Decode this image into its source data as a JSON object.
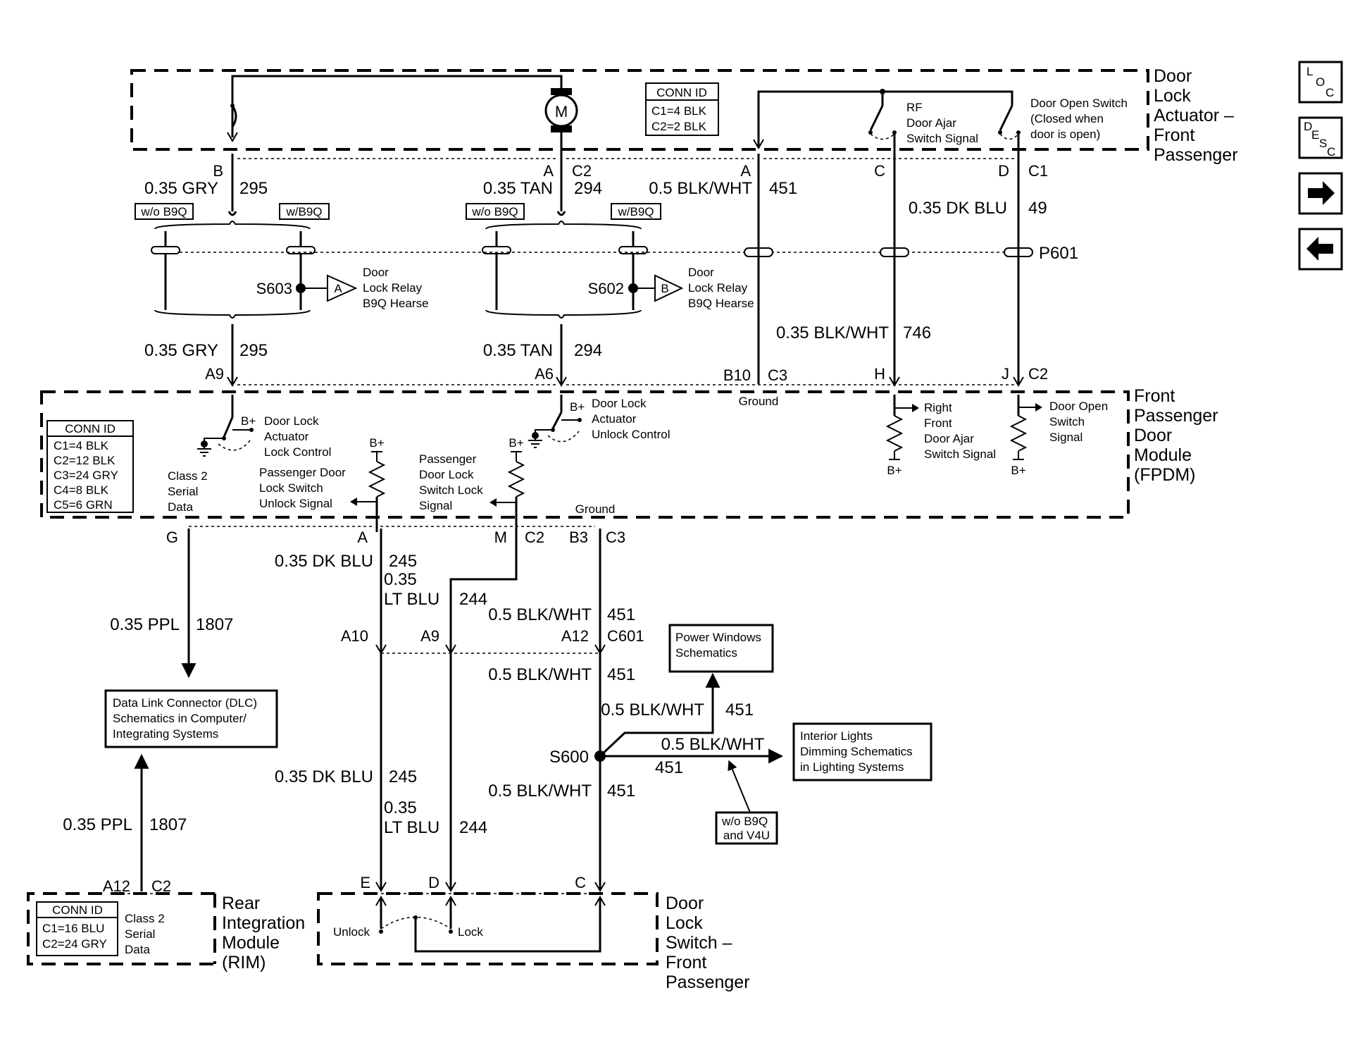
{
  "components": {
    "actuator": {
      "title": [
        "Door",
        "Lock",
        "Actuator –",
        "Front",
        "Passenger"
      ]
    },
    "fpdm": {
      "title": [
        "Front",
        "Passenger",
        "Door",
        "Module",
        "(FPDM)"
      ]
    },
    "rim": {
      "title": [
        "Rear",
        "Integration",
        "Module",
        "(RIM)"
      ]
    },
    "lock_switch": {
      "title": [
        "Door",
        "Lock",
        "Switch –",
        "Front",
        "Passenger"
      ]
    }
  },
  "conn_ids": {
    "actuator": {
      "header": "CONN ID",
      "rows": [
        "C1=4 BLK",
        "C2=2 BLK"
      ]
    },
    "fpdm": {
      "header": "CONN ID",
      "rows": [
        "C1=4 BLK",
        "C2=12 BLK",
        "C3=24 GRY",
        "C4=8 BLK",
        "C5=6 GRN"
      ]
    },
    "rim": {
      "header": "CONN ID",
      "rows": [
        "C1=16 BLU",
        "C2=24 GRY"
      ]
    }
  },
  "nav": {
    "loc_icon": "loc-icon",
    "desc_icon": "desc-icon",
    "next": "arrow-right-icon",
    "prev": "arrow-left-icon"
  },
  "labels": {
    "motor": "M",
    "rf_switch": [
      "RF",
      "Door Ajar",
      "Switch Signal"
    ],
    "open_switch": [
      "Door Open Switch",
      "(Closed when",
      "door is open)"
    ],
    "pin_b": "B",
    "pin_a_c2": "A",
    "c2": "C2",
    "pin_a_c1": "A",
    "pin_c_c1": "C",
    "pin_d_c1": "D",
    "c1": "C1",
    "w295a": "0.35 GRY",
    "n295a": "295",
    "w294a": "0.35 TAN",
    "n294a": "294",
    "w451a": "0.5 BLK/WHT",
    "n451a": "451",
    "w49": "0.35 DK BLU",
    "n49": "49",
    "wo_b9q": "w/o B9Q",
    "w_b9q": "w/B9Q",
    "p601": "P601",
    "s603": "S603",
    "s602": "S602",
    "ref_a": "A",
    "ref_b": "B",
    "relay_text": [
      "Door",
      "Lock Relay",
      "B9Q Hearse"
    ],
    "w295b": "0.35 GRY",
    "n295b": "295",
    "w294b": "0.35 TAN",
    "n294b": "294",
    "w746": "0.35 BLK/WHT",
    "n746": "746",
    "pin_a9": "A9",
    "pin_a6": "A6",
    "pin_b10": "B10",
    "c3": "C3",
    "pin_h": "H",
    "pin_j": "J",
    "c2b": "C2",
    "ground1": "Ground",
    "bplus": "B+",
    "lock_control": [
      "Door Lock",
      "Actuator",
      "Lock Control"
    ],
    "unlock_control": [
      "Door Lock",
      "Actuator",
      "Unlock Control"
    ],
    "class2_fpdm": [
      "Class 2",
      "Serial",
      "Data"
    ],
    "pd_unlock": [
      "Passenger Door",
      "Lock Switch",
      "Unlock Signal"
    ],
    "pd_lock": [
      "Passenger",
      "Door Lock",
      "Switch Lock",
      "Signal"
    ],
    "rf_ajar": [
      "Right",
      "Front",
      "Door Ajar",
      "Switch Signal"
    ],
    "open_signal": [
      "Door Open",
      "Switch",
      "Signal"
    ],
    "ground2": "Ground",
    "pin_g": "G",
    "pin_a": "A",
    "pin_m": "M",
    "c2c": "C2",
    "pin_b3": "B3",
    "c3b": "C3",
    "w245a": "0.35 DK BLU",
    "n245a": "245",
    "w244a_1": "0.35",
    "w244a_2": "LT BLU",
    "n244a": "244",
    "w1807a": "0.35 PPL",
    "n1807a": "1807",
    "w451b": "0.5 BLK/WHT",
    "n451b": "451",
    "pin_a10": "A10",
    "pin_a9b": "A9",
    "pin_a12": "A12",
    "c601": "C601",
    "w451c": "0.5 BLK/WHT",
    "n451c": "451",
    "power_windows": [
      "Power Windows",
      "Schematics"
    ],
    "w451d": "0.5 BLK/WHT",
    "n451d": "451",
    "s600": "S600",
    "w451e": "0.5 BLK/WHT",
    "n451e": "451",
    "interior_lights": [
      "Interior Lights",
      "Dimming Schematics",
      "in Lighting Systems"
    ],
    "wo_b9q_v4u": [
      "w/o B9Q",
      "and V4U"
    ],
    "dlc": [
      "Data Link Connector (DLC)",
      "Schematics in Computer/",
      "Integrating Systems"
    ],
    "w245b": "0.35 DK BLU",
    "n245b": "245",
    "w244b_1": "0.35",
    "w244b_2": "LT BLU",
    "n244b": "244",
    "w451f": "0.5 BLK/WHT",
    "n451f": "451",
    "w1807b": "0.35 PPL",
    "n1807b": "1807",
    "pin_a12b": "A12",
    "c2d": "C2",
    "pin_e": "E",
    "pin_d": "D",
    "pin_c": "C",
    "class2_rim": [
      "Class 2",
      "Serial",
      "Data"
    ],
    "unlock": "Unlock",
    "lock": "Lock"
  }
}
